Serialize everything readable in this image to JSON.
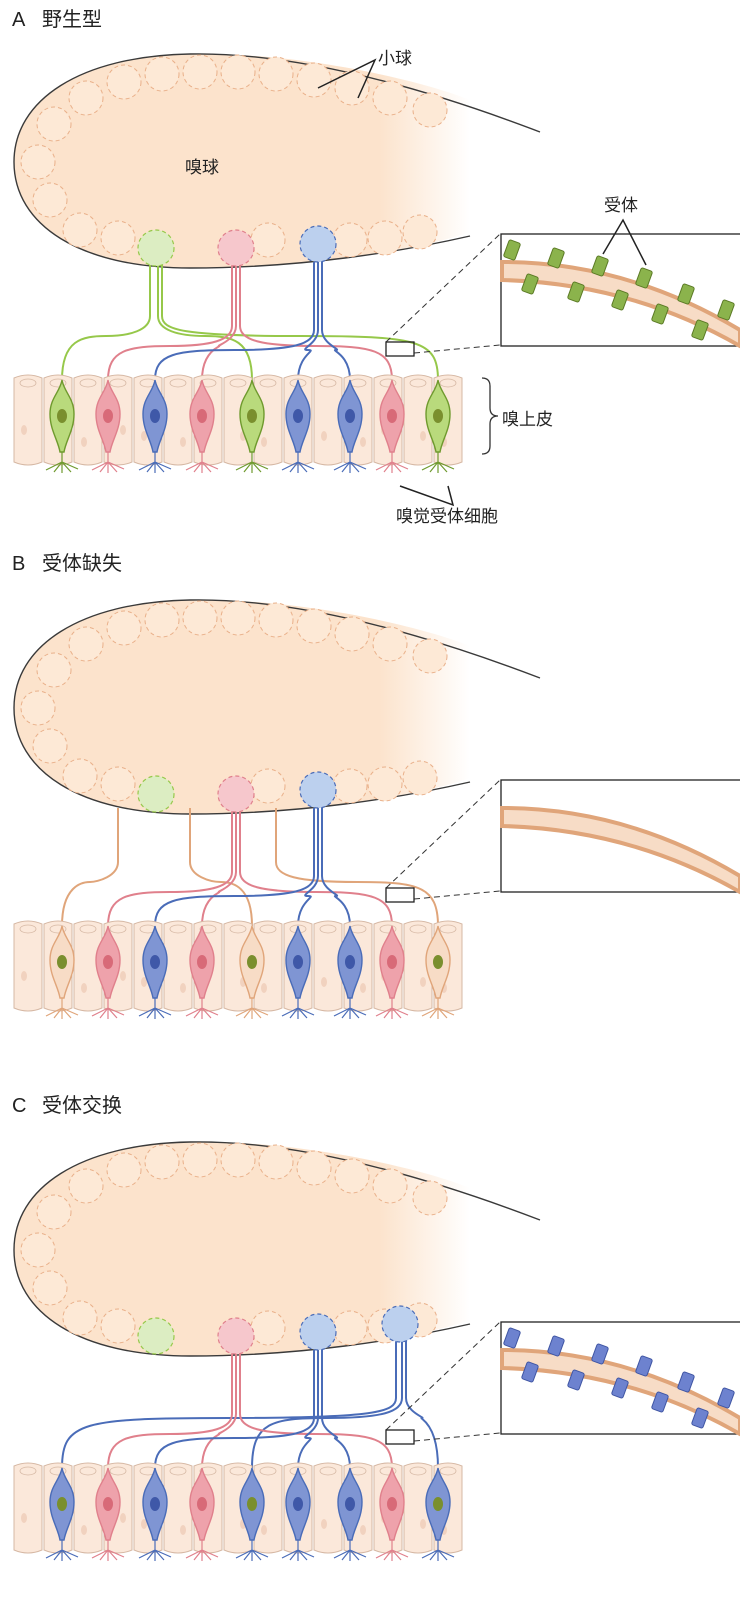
{
  "panels": [
    {
      "letter": "A",
      "title": "野生型",
      "labels": {
        "glomeruli": "小球",
        "bulb": "嗅球",
        "receptor": "受体",
        "epithelium": "嗅上皮",
        "neurons": "嗅觉受体细胞"
      }
    },
    {
      "letter": "B",
      "title": "受体缺失"
    },
    {
      "letter": "C",
      "title": "受体交换"
    }
  ],
  "colors": {
    "bulb_fill": "#fce3cc",
    "bulb_stroke": "#3a3a3a",
    "glom_dash": "#e9b08a",
    "green": "#96c84a",
    "green_dark": "#6f9a2e",
    "green_fill": "#b9da7c",
    "green_pale": "#dcedc2",
    "red": "#e0808c",
    "red_fill": "#eea2ab",
    "red_pale": "#f6c7cc",
    "blue": "#4a6cb8",
    "blue_fill": "#7f95d3",
    "blue_pale": "#bcd0ee",
    "tan": "#e0a57a",
    "tan_fill": "#f7dcc6",
    "epi_fill": "#fbe8da",
    "epi_stroke": "#d6b8a4",
    "nucleus_olive": "#7a8f2e"
  },
  "icons": [
    "receptor-protein-icon"
  ]
}
